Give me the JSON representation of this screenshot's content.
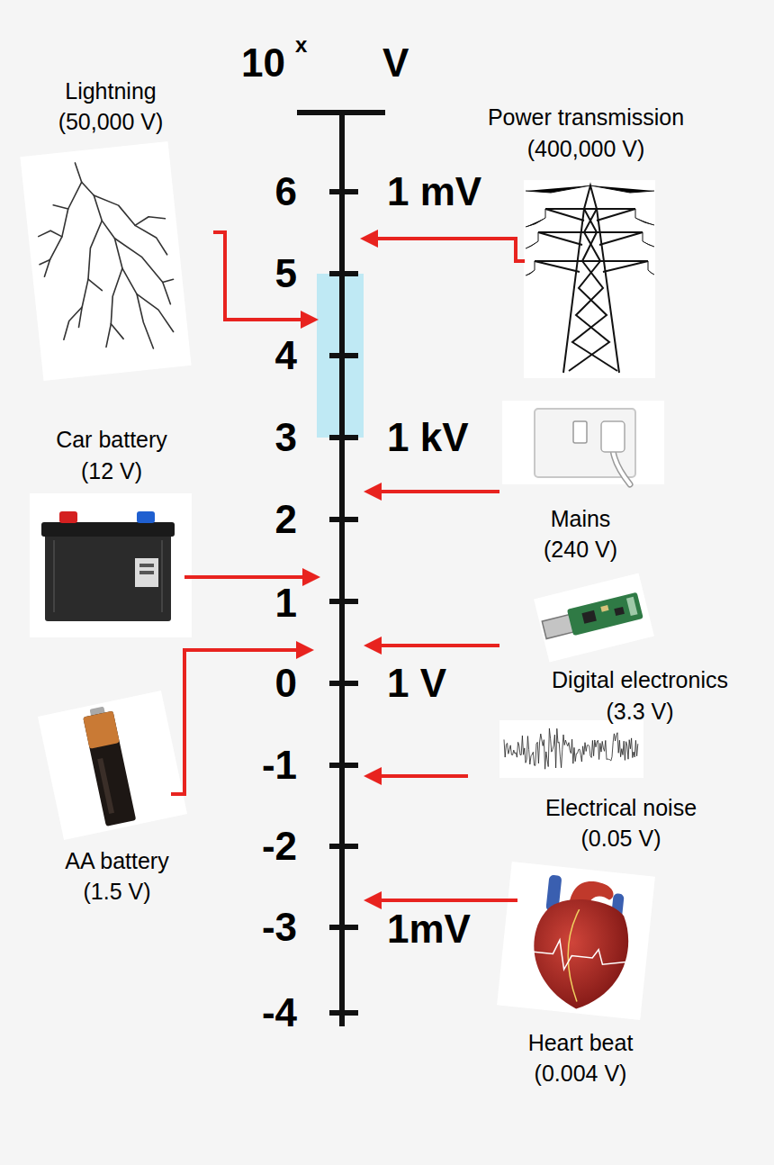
{
  "diagram": {
    "labels": [
      "10",
      "x",
      "V",
      "6",
      "1 mV",
      "5",
      "4",
      "3",
      "1 kV",
      "2",
      "1",
      "0",
      "1 V",
      "-1",
      "-2",
      "-3",
      "1mV",
      "-4",
      "Lightning",
      "(50,000 V)",
      "Power transmission",
      "(400,000 V)",
      "Car battery",
      "(12 V)",
      "Mains",
      "(240 V)",
      "Digital electronics",
      "(3.3 V)",
      "Electrical noise",
      "(0.05 V)",
      "AA battery",
      "(1.5 V)",
      "Heart beat",
      "(0.004 V)"
    ]
  }
}
